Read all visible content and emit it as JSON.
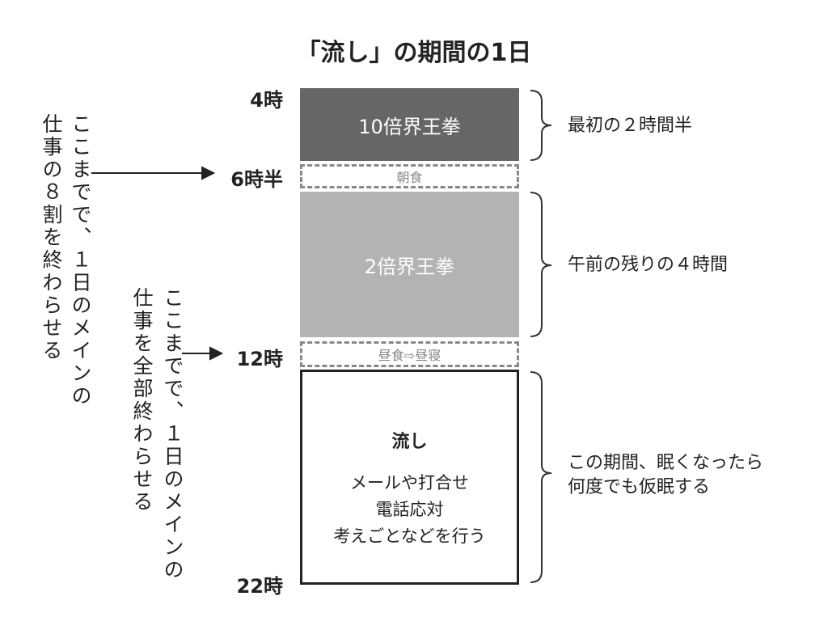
{
  "title": "「流し」の期間の1日",
  "times": {
    "t4": "4時",
    "t6h": "6時半",
    "t12": "12時",
    "t22": "22時"
  },
  "blocks": {
    "b1": "10倍界王拳",
    "breakfast": "朝食",
    "b2": "2倍界王拳",
    "lunch": "昼食⇨昼寝",
    "nagashi_title": "流し",
    "nagashi_lines": [
      "メールや打合せ",
      "電話応対",
      "考えごとなどを行う"
    ]
  },
  "notes": {
    "n1": [
      "ここまでで、１日のメインの",
      "仕事の８割を終わらせる"
    ],
    "n2": [
      "ここまでで、１日のメインの",
      "仕事を全部終わらせる"
    ]
  },
  "labels": {
    "l1": "最初の２時間半",
    "l2": "午前の残りの４時間",
    "l3": [
      "この期間、眠くなったら",
      "何度でも仮眠する"
    ]
  },
  "colors": {
    "dark": "#666666",
    "light": "#b3b3b3"
  }
}
